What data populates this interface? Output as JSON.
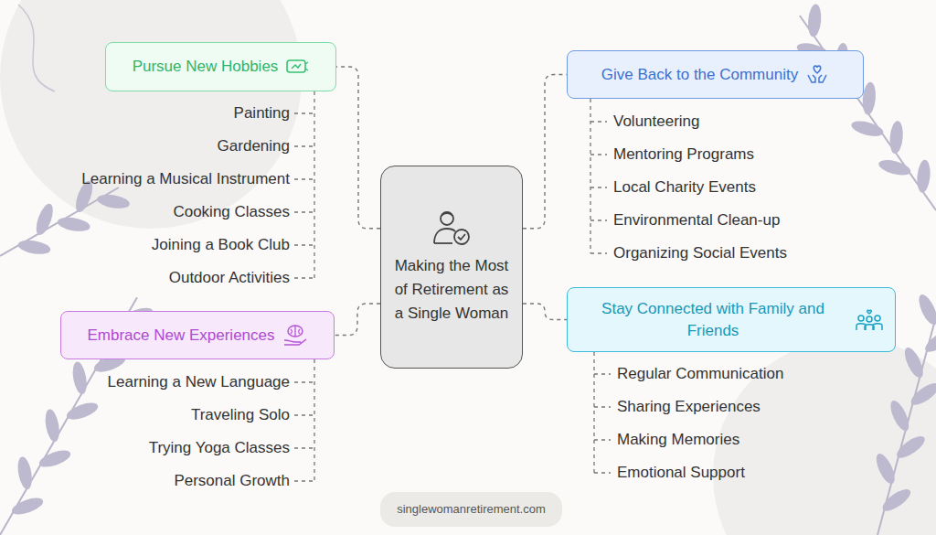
{
  "diagram": {
    "nodes": [
      {
        "text": [
          "Pursue New Hobbies"
        ]
      },
      {
        "text": [
          "Give Back to the Community"
        ]
      },
      {
        "text": [
          "Making the Most of Retirement as a Single Woman"
        ]
      },
      {
        "text": [
          "Embrace New Experiences"
        ]
      },
      {
        "text": [
          "Stay Connected with Family and Friends"
        ]
      },
      {
        "text": [
          "singlewomanretirement.com"
        ]
      }
    ],
    "edges": [
      {
        "from": 2,
        "to": 0,
        "arrow": "none"
      },
      {
        "from": 2,
        "to": 1,
        "arrow": "none"
      },
      {
        "from": 2,
        "to": 3,
        "arrow": "none"
      },
      {
        "from": 2,
        "to": 4,
        "arrow": "none"
      }
    ],
    "labels": [
      "Painting",
      "Gardening",
      "Learning a Musical Instrument",
      "Cooking Classes",
      "Joining a Book Club",
      "Outdoor Activities",
      "Volunteering",
      "Mentoring Programs",
      "Local Charity Events",
      "Environmental Clean-up",
      "Organizing Social Events",
      "Learning a New Language",
      "Traveling Solo",
      "Trying Yoga Classes",
      "Personal Growth",
      "Regular Communication",
      "Sharing Experiences",
      "Making Memories",
      "Emotional Support"
    ]
  }
}
